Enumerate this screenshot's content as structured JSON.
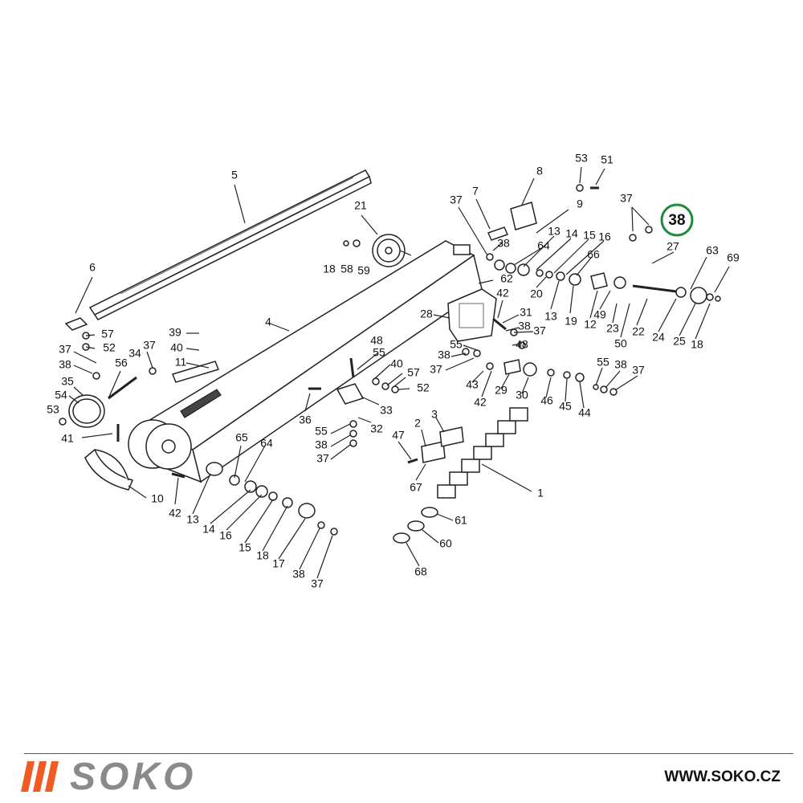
{
  "highlight": {
    "label": "38",
    "color": "#1e8a3a"
  },
  "callouts": [
    {
      "id": "c-5",
      "label": "5"
    },
    {
      "id": "c-6",
      "label": "6"
    },
    {
      "id": "c-21",
      "label": "21"
    },
    {
      "id": "c-18a",
      "label": "18"
    },
    {
      "id": "c-58",
      "label": "58"
    },
    {
      "id": "c-59",
      "label": "59"
    },
    {
      "id": "c-4",
      "label": "4"
    },
    {
      "id": "c-57a",
      "label": "57"
    },
    {
      "id": "c-52a",
      "label": "52"
    },
    {
      "id": "c-37a",
      "label": "37"
    },
    {
      "id": "c-38a",
      "label": "38"
    },
    {
      "id": "c-35",
      "label": "35"
    },
    {
      "id": "c-54",
      "label": "54"
    },
    {
      "id": "c-53a",
      "label": "53"
    },
    {
      "id": "c-41",
      "label": "41"
    },
    {
      "id": "c-56",
      "label": "56"
    },
    {
      "id": "c-34",
      "label": "34"
    },
    {
      "id": "c-37b",
      "label": "37"
    },
    {
      "id": "c-39",
      "label": "39"
    },
    {
      "id": "c-40a",
      "label": "40"
    },
    {
      "id": "c-11",
      "label": "11"
    },
    {
      "id": "c-10",
      "label": "10"
    },
    {
      "id": "c-42a",
      "label": "42"
    },
    {
      "id": "c-13a",
      "label": "13"
    },
    {
      "id": "c-65",
      "label": "65"
    },
    {
      "id": "c-64a",
      "label": "64"
    },
    {
      "id": "c-14a",
      "label": "14"
    },
    {
      "id": "c-16a",
      "label": "16"
    },
    {
      "id": "c-15a",
      "label": "15"
    },
    {
      "id": "c-18b",
      "label": "18"
    },
    {
      "id": "c-17",
      "label": "17"
    },
    {
      "id": "c-38b",
      "label": "38"
    },
    {
      "id": "c-37c",
      "label": "37"
    },
    {
      "id": "c-48a",
      "label": "48"
    },
    {
      "id": "c-55a",
      "label": "55"
    },
    {
      "id": "c-40b",
      "label": "40"
    },
    {
      "id": "c-57b",
      "label": "57"
    },
    {
      "id": "c-52b",
      "label": "52"
    },
    {
      "id": "c-36",
      "label": "36"
    },
    {
      "id": "c-33",
      "label": "33"
    },
    {
      "id": "c-32",
      "label": "32"
    },
    {
      "id": "c-55b",
      "label": "55"
    },
    {
      "id": "c-38c",
      "label": "38"
    },
    {
      "id": "c-37d",
      "label": "37"
    },
    {
      "id": "c-2",
      "label": "2"
    },
    {
      "id": "c-3",
      "label": "3"
    },
    {
      "id": "c-47",
      "label": "47"
    },
    {
      "id": "c-67",
      "label": "67"
    },
    {
      "id": "c-1",
      "label": "1"
    },
    {
      "id": "c-61",
      "label": "61"
    },
    {
      "id": "c-60",
      "label": "60"
    },
    {
      "id": "c-68",
      "label": "68"
    },
    {
      "id": "c-37e",
      "label": "37"
    },
    {
      "id": "c-7",
      "label": "7"
    },
    {
      "id": "c-8",
      "label": "8"
    },
    {
      "id": "c-53b",
      "label": "53"
    },
    {
      "id": "c-51",
      "label": "51"
    },
    {
      "id": "c-9",
      "label": "9"
    },
    {
      "id": "c-38d",
      "label": "38"
    },
    {
      "id": "c-64b",
      "label": "64"
    },
    {
      "id": "c-13b",
      "label": "13"
    },
    {
      "id": "c-14b",
      "label": "14"
    },
    {
      "id": "c-15b",
      "label": "15"
    },
    {
      "id": "c-16b",
      "label": "16"
    },
    {
      "id": "c-66",
      "label": "66"
    },
    {
      "id": "c-62",
      "label": "62"
    },
    {
      "id": "c-20",
      "label": "20"
    },
    {
      "id": "c-13c",
      "label": "13"
    },
    {
      "id": "c-19",
      "label": "19"
    },
    {
      "id": "c-12",
      "label": "12"
    },
    {
      "id": "c-49",
      "label": "49"
    },
    {
      "id": "c-23",
      "label": "23"
    },
    {
      "id": "c-50",
      "label": "50"
    },
    {
      "id": "c-22",
      "label": "22"
    },
    {
      "id": "c-37f",
      "label": "37"
    },
    {
      "id": "c-27",
      "label": "27"
    },
    {
      "id": "c-63",
      "label": "63"
    },
    {
      "id": "c-69",
      "label": "69"
    },
    {
      "id": "c-24",
      "label": "24"
    },
    {
      "id": "c-25",
      "label": "25"
    },
    {
      "id": "c-18c",
      "label": "18"
    },
    {
      "id": "c-28",
      "label": "28"
    },
    {
      "id": "c-42b",
      "label": "42"
    },
    {
      "id": "c-31",
      "label": "31"
    },
    {
      "id": "c-38e",
      "label": "38"
    },
    {
      "id": "c-37g",
      "label": "37"
    },
    {
      "id": "c-55c",
      "label": "55"
    },
    {
      "id": "c-48b",
      "label": "48"
    },
    {
      "id": "c-38f",
      "label": "38"
    },
    {
      "id": "c-37h",
      "label": "37"
    },
    {
      "id": "c-43",
      "label": "43"
    },
    {
      "id": "c-42c",
      "label": "42"
    },
    {
      "id": "c-29",
      "label": "29"
    },
    {
      "id": "c-30",
      "label": "30"
    },
    {
      "id": "c-46",
      "label": "46"
    },
    {
      "id": "c-45",
      "label": "45"
    },
    {
      "id": "c-44",
      "label": "44"
    },
    {
      "id": "c-55d",
      "label": "55"
    },
    {
      "id": "c-38g",
      "label": "38"
    },
    {
      "id": "c-37i",
      "label": "37"
    }
  ],
  "footer": {
    "brand": "SOKO",
    "brand_color": "#8a8a8a",
    "accent_color": "#f15a22",
    "website": "WWW.SOKO.CZ"
  }
}
